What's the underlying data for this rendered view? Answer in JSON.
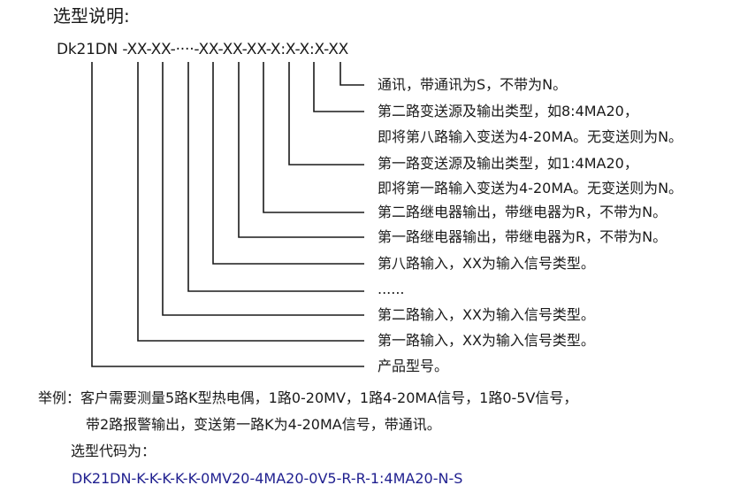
{
  "title": "选型说明:",
  "model_code": "Dk21DN -XX-XX-····-XX-XX-XX-X:X-X:X-XX",
  "descriptions": [
    "通讯，带通讯为S，不带为N。",
    "第二路变送源及输出类型，如8:4MA20，",
    "即将第八路输入变送为4-20MA。无变送则为N。",
    "第一路变送源及输出类型，如1:4MA20，",
    "即将第一路输入变送为4-20MA。无变送则为N。",
    "第二路继电器输出，带继电器为R，不带为N。",
    "第一路继电器输出，带继电器为R，不带为N。",
    "第八路输入，XX为输入信号类型。",
    "......",
    "第二路输入，XX为输入信号类型。",
    "第一路输入，XX为输入信号类型。",
    "产品型号。"
  ],
  "example": {
    "line1": "举例：客户需要测量5路K型热电偶，1路0-20MV，1路4-20MA信号，1路0-5V信号，",
    "line2": "带2路报警输出，变送第一路K为4-20MA信号，带通讯。",
    "line3": "选型代码为：",
    "code": "DK21DN-K-K-K-K-K-0MV20-4MA20-0V5-R-R-1:4MA20-N-S"
  },
  "colors": {
    "text": "#1a1a1a",
    "code": "#1f1f8f"
  }
}
